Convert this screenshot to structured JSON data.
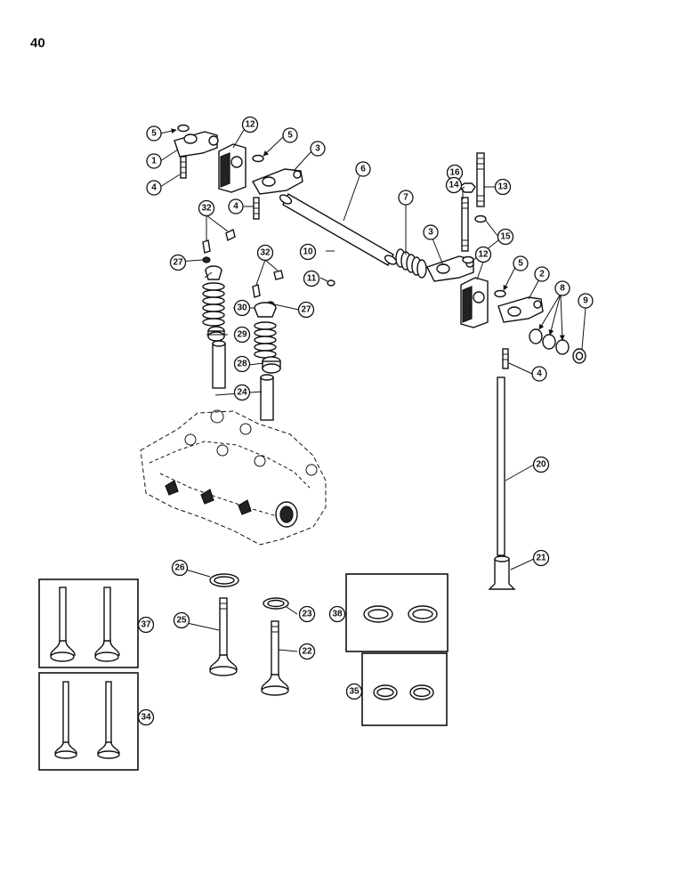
{
  "page": {
    "number": "40"
  },
  "colors": {
    "ink": "#111111",
    "paper": "#ffffff"
  },
  "callouts": [
    "1",
    "2",
    "3",
    "3",
    "4",
    "4",
    "4",
    "5",
    "5",
    "5",
    "6",
    "7",
    "8",
    "9",
    "10",
    "11",
    "12",
    "12",
    "13",
    "14",
    "15",
    "16",
    "20",
    "21",
    "22",
    "23",
    "24",
    "25",
    "26",
    "27",
    "27",
    "28",
    "29",
    "30",
    "32",
    "32",
    "34",
    "35",
    "37",
    "38"
  ]
}
